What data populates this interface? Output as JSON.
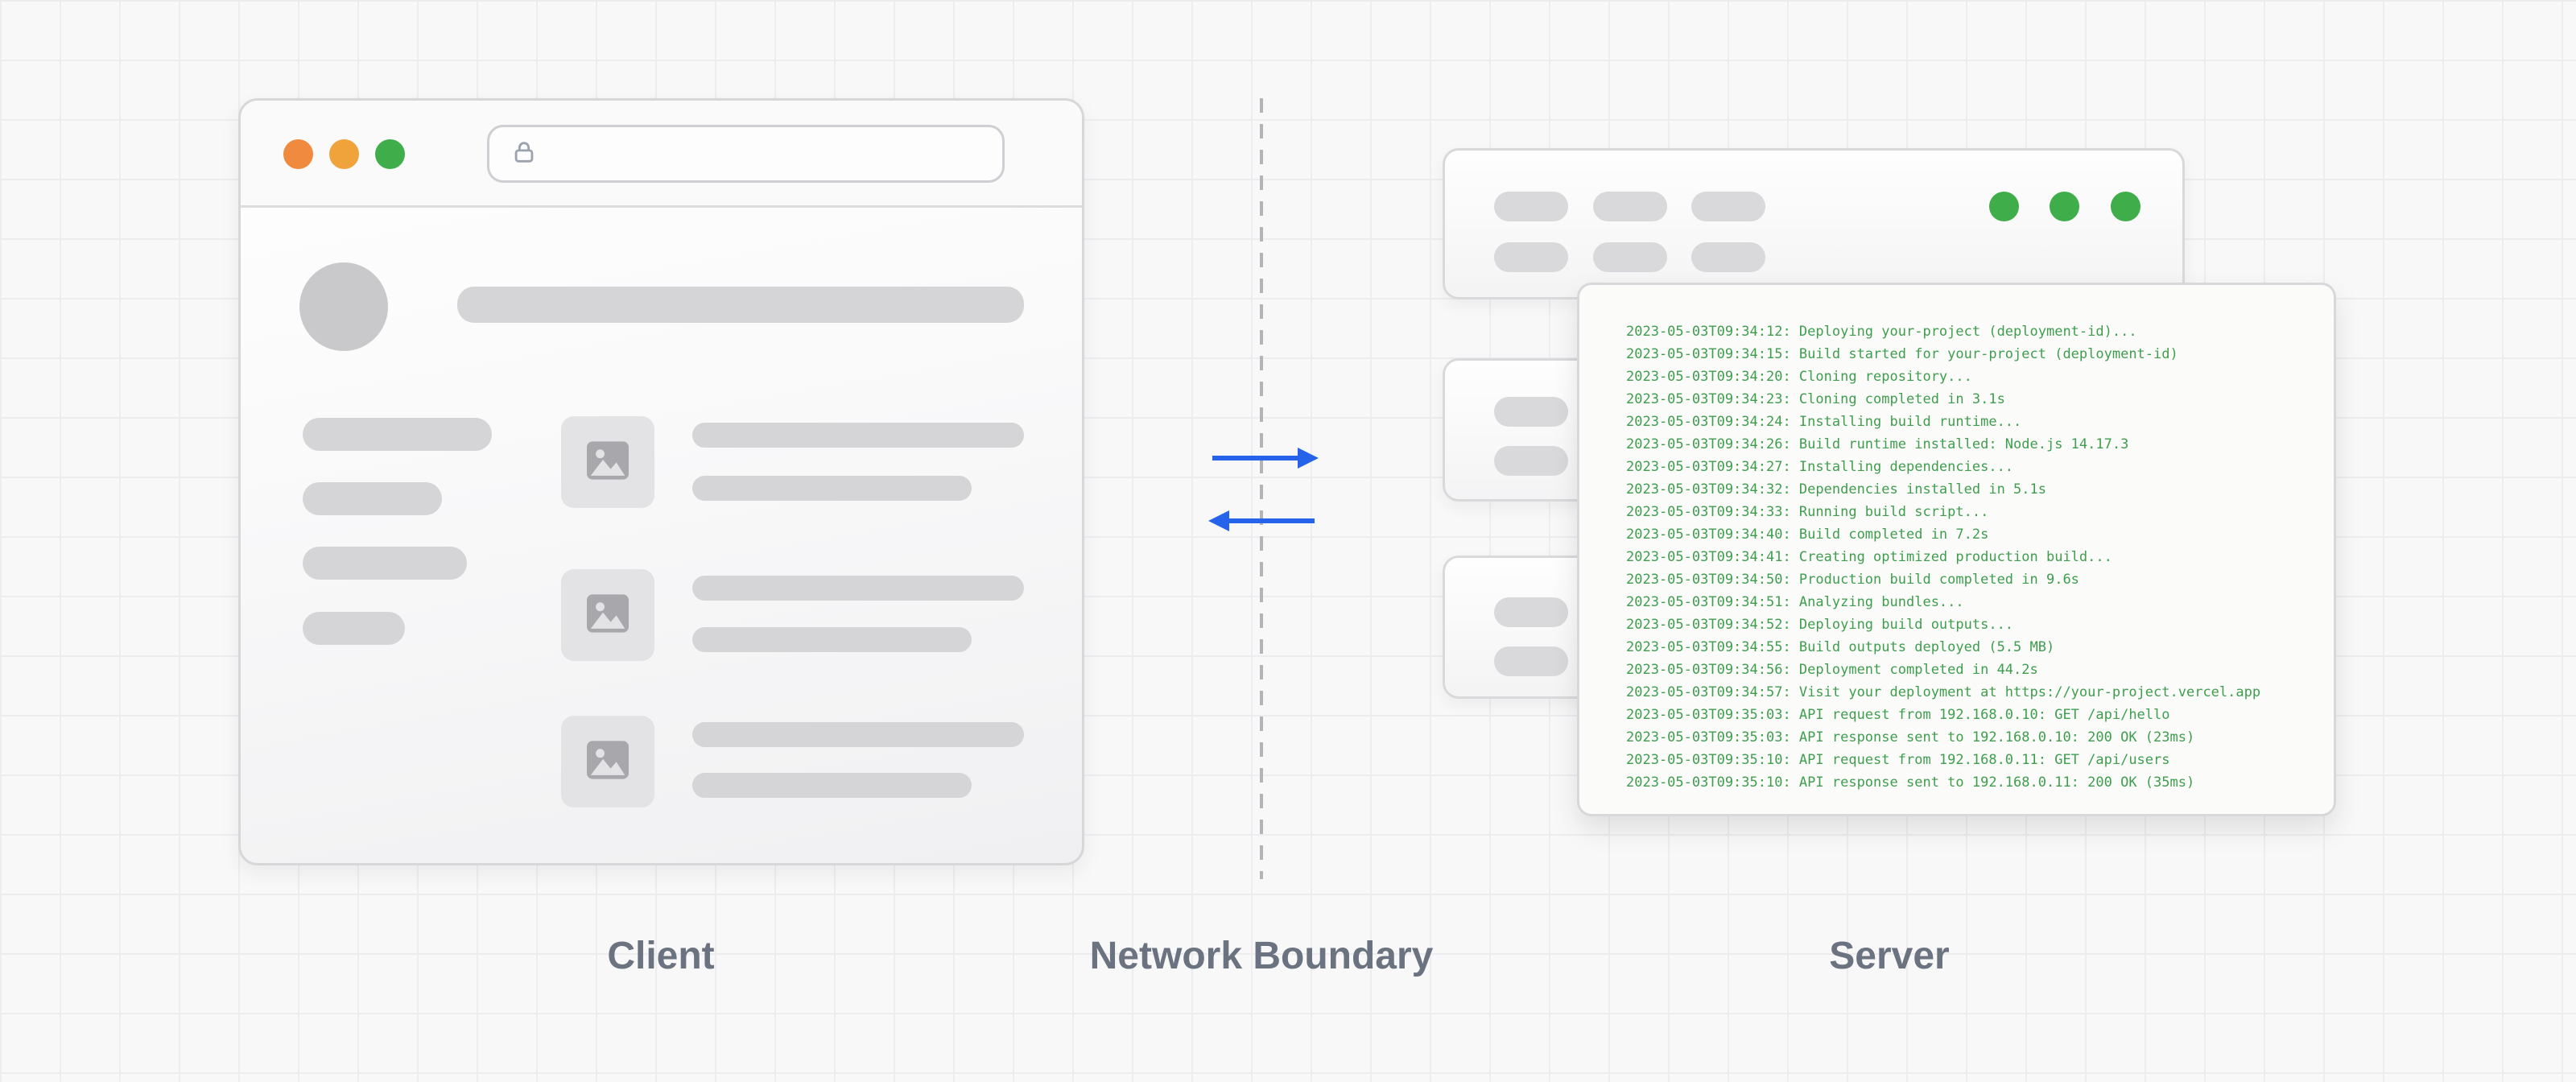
{
  "diagram": {
    "client_label": "Client",
    "boundary_label": "Network Boundary",
    "server_label": "Server"
  },
  "terminal": {
    "log_lines": [
      "2023-05-03T09:34:12: Deploying your-project (deployment-id)...",
      "2023-05-03T09:34:15: Build started for your-project (deployment-id)",
      "2023-05-03T09:34:20: Cloning repository...",
      "2023-05-03T09:34:23: Cloning completed in 3.1s",
      "2023-05-03T09:34:24: Installing build runtime...",
      "2023-05-03T09:34:26: Build runtime installed: Node.js 14.17.3",
      "2023-05-03T09:34:27: Installing dependencies...",
      "2023-05-03T09:34:32: Dependencies installed in 5.1s",
      "2023-05-03T09:34:33: Running build script...",
      "2023-05-03T09:34:40: Build completed in 7.2s",
      "2023-05-03T09:34:41: Creating optimized production build...",
      "2023-05-03T09:34:50: Production build completed in 9.6s",
      "2023-05-03T09:34:51: Analyzing bundles...",
      "2023-05-03T09:34:52: Deploying build outputs...",
      "2023-05-03T09:34:55: Build outputs deployed (5.5 MB)",
      "2023-05-03T09:34:56: Deployment completed in 44.2s",
      "2023-05-03T09:34:57: Visit your deployment at https://your-project.vercel.app",
      "2023-05-03T09:35:03: API request from 192.168.0.10: GET /api/hello",
      "2023-05-03T09:35:03: API response sent to 192.168.0.10: 200 OK (23ms)",
      "2023-05-03T09:35:10: API request from 192.168.0.11: GET /api/users",
      "2023-05-03T09:35:10: API response sent to 192.168.0.11: 200 OK (35ms)"
    ]
  },
  "colors": {
    "arrow_blue": "#2563eb",
    "log_green": "#3f9e4e",
    "traffic_dot_1": "#ef8a3e",
    "traffic_dot_2": "#f0a23b",
    "traffic_dot_3": "#3fae4a",
    "server_status_dot": "#3fae4a",
    "skeleton_gray": "#d5d5d8",
    "caption_gray": "#6b7280"
  },
  "icons": {
    "lock": "lock-icon",
    "image_placeholder": "image-icon",
    "request_arrow": "arrow-right-icon",
    "response_arrow": "arrow-left-icon"
  }
}
